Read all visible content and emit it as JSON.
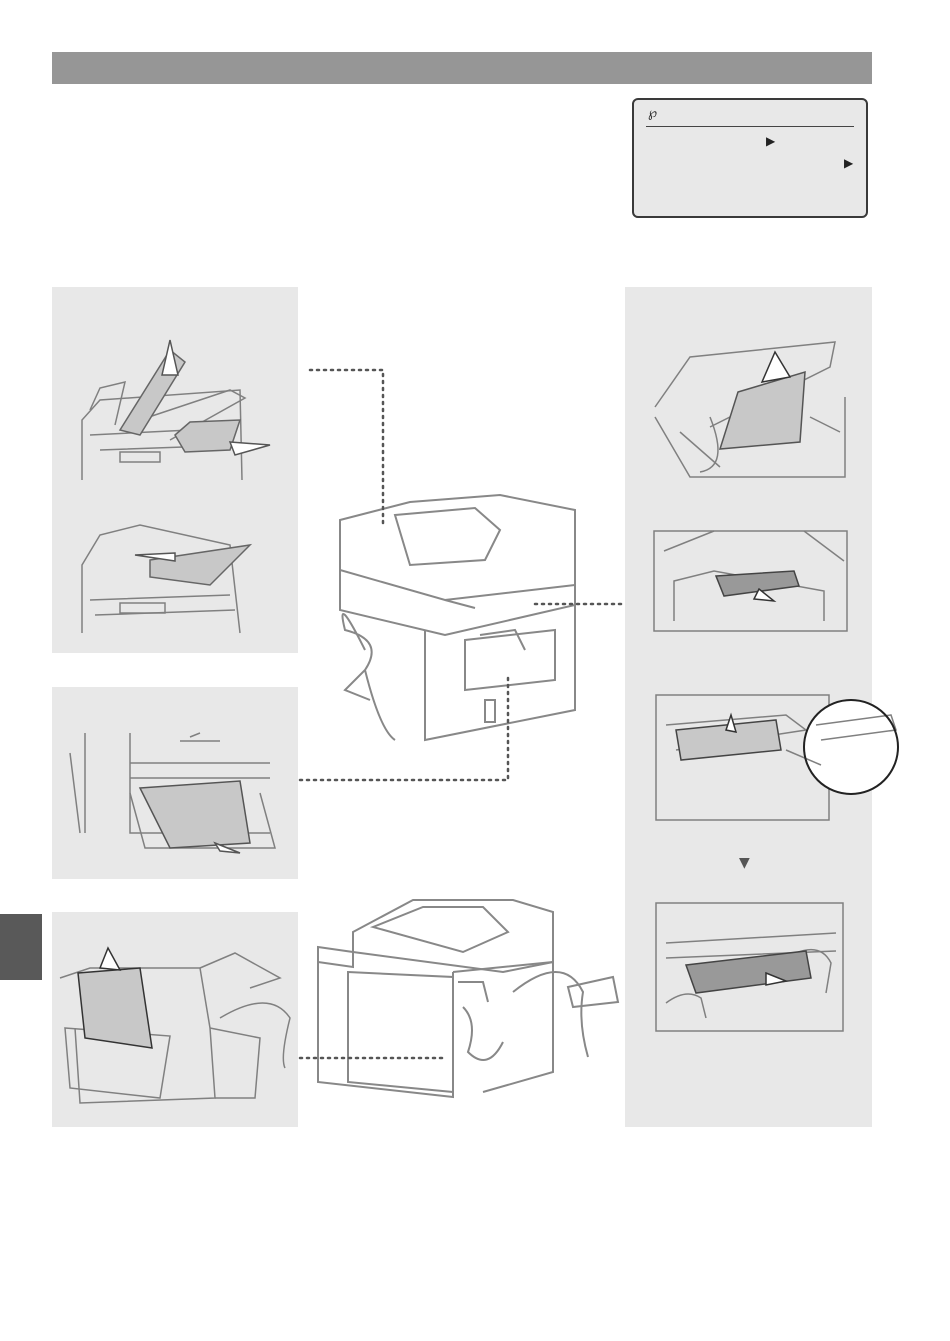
{
  "lcd": {
    "icon_glyph": "8/ ⁄",
    "arrow_1": "▶",
    "arrow_2": "▶"
  },
  "flow_marker": "▼",
  "colors": {
    "header_bar": "#969696",
    "panel_bg": "#e8e8e8",
    "side_tab": "#595959",
    "paper_gray": "#c8c8c8",
    "line_art": "#808080"
  },
  "illustrations": [
    "adf-open-paper-removal",
    "adf-feed-tray-paper-removal",
    "cassette-paper-removal",
    "rear-cover-paper-removal",
    "machine-front-view",
    "machine-rear-view",
    "scanner-unit-lift-paper-removal",
    "toner-area-paper-removal",
    "guide-lowering-closeup",
    "two-hand-paper-pull"
  ]
}
